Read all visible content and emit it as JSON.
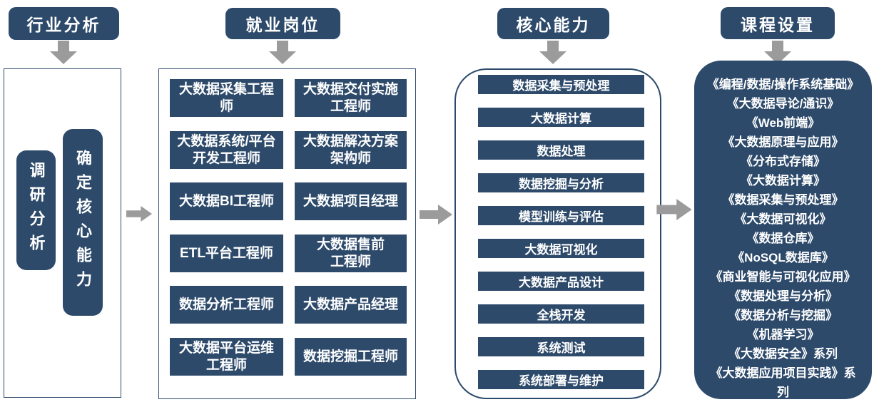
{
  "palette": {
    "dark_blue": "#2D4A6B",
    "arrow_gray": "#9B9B9B",
    "background": "#FFFFFF",
    "text": "#FFFFFF"
  },
  "icons": {
    "down_arrow": "down-block-arrow",
    "right_arrow": "right-block-arrow"
  },
  "columns": [
    {
      "header": "行业分析",
      "items": [
        "调研分析",
        "确定核心能力"
      ]
    },
    {
      "header": "就业岗位",
      "jobs_left": [
        "大数据采集工程\n师",
        "大数据系统/平台\n开发工程师",
        "大数据BI工程师",
        "ETL平台工程师",
        "数据分析工程师",
        "大数据平台运维\n工程师"
      ],
      "jobs_right": [
        "大数据交付实施\n工程师",
        "大数据解决方案\n架构师",
        "大数据项目经理",
        "大数据售前\n工程师",
        "大数据产品经理",
        "数据挖掘工程师"
      ]
    },
    {
      "header": "核心能力",
      "abilities": [
        "数据采集与预处理",
        "大数据计算",
        "数据处理",
        "数据挖掘与分析",
        "模型训练与评估",
        "大数据可视化",
        "大数据产品设计",
        "全栈开发",
        "系统测试",
        "系统部署与维护"
      ]
    },
    {
      "header": "课程设置",
      "courses": [
        "《编程/数据/操作系统基础》",
        "《大数据导论/通识》",
        "《Web前端》",
        "《大数据原理与应用》",
        "《分布式存储》",
        "《大数据计算》",
        "《数据采集与预处理》",
        "《大数据可视化》",
        "《数据仓库》",
        "《NoSQL数据库》",
        "《商业智能与可视化应用》",
        "《数据处理与分析》",
        "《数据分析与挖掘》",
        "《机器学习》",
        "《大数据安全》系列",
        "《大数据应用项目实践》系\n列"
      ]
    }
  ]
}
